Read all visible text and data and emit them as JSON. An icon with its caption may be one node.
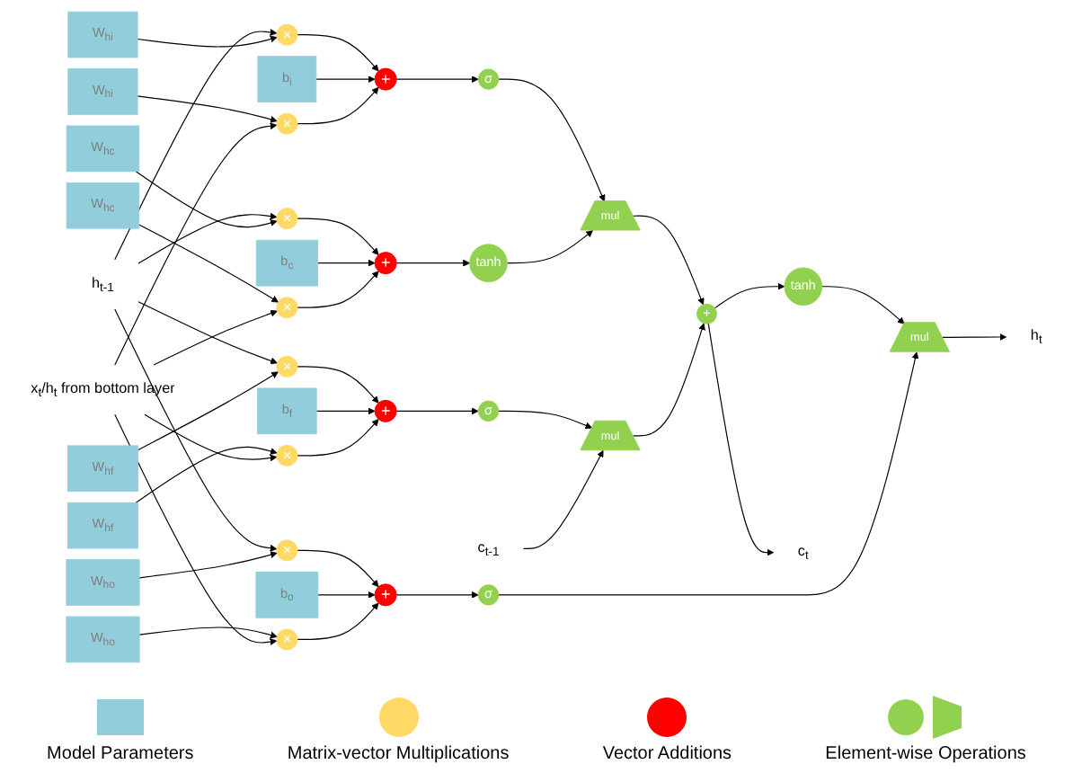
{
  "diagram": {
    "nodes": [
      {
        "text": [
          "h$_{t-1}$"
        ]
      },
      {
        "text": [
          "c$_{t-1}$"
        ]
      },
      {
        "text": [
          "W$_{hi}$"
        ]
      },
      {
        "text": [
          "W$_{hc}$"
        ]
      },
      {
        "text": [
          "W$_{ho}$"
        ]
      },
      {
        "text": [
          "W$_{hf}$"
        ]
      },
      {
        "text": [
          "×"
        ]
      },
      {
        "text": [
          "×"
        ]
      },
      {
        "text": [
          "×"
        ]
      },
      {
        "text": [
          "×"
        ]
      },
      {
        "text": [
          "b$_{i}$"
        ]
      },
      {
        "text": [
          "b$_{c}$"
        ]
      },
      {
        "text": [
          "b$_{o}$"
        ]
      },
      {
        "text": [
          "b$_{f}$"
        ]
      },
      {
        "text": [
          "+"
        ]
      },
      {
        "text": [
          "+"
        ]
      },
      {
        "text": [
          "+"
        ]
      },
      {
        "text": [
          "+"
        ]
      },
      {
        "text": [
          "σ"
        ]
      },
      {
        "text": [
          "tanh"
        ]
      },
      {
        "text": [
          "σ"
        ]
      },
      {
        "text": [
          "σ"
        ]
      },
      {
        "text": [
          "mul"
        ]
      },
      {
        "text": [
          "mul"
        ]
      },
      {
        "text": [
          "+"
        ]
      },
      {
        "text": [
          "tanh"
        ]
      },
      {
        "text": [
          "mul"
        ]
      },
      {
        "text": [
          "c$_{t}$"
        ]
      },
      {
        "text": [
          "h$_{t}$"
        ]
      },
      {
        "text": [
          "×"
        ]
      },
      {
        "text": [
          "×"
        ]
      },
      {
        "text": [
          "×"
        ]
      },
      {
        "text": [
          "×"
        ]
      },
      {
        "text": [
          "W$_{hi}$"
        ]
      },
      {
        "text": [
          "W$_{hc}$"
        ]
      },
      {
        "text": [
          "W$_{ho}$"
        ]
      },
      {
        "text": [
          "W$_{hf}$"
        ]
      },
      {
        "text": [
          "x$_{t}$/h$_{t}$ from bottom layer"
        ]
      }
    ],
    "edges": [
      {
        "from": 0,
        "to": 6,
        "arrow": "to"
      },
      {
        "from": 0,
        "to": 7,
        "arrow": "to"
      },
      {
        "from": 0,
        "to": 8,
        "arrow": "to"
      },
      {
        "from": 0,
        "to": 9,
        "arrow": "to"
      },
      {
        "from": 2,
        "to": 6,
        "arrow": "to"
      },
      {
        "from": 3,
        "to": 7,
        "arrow": "to"
      },
      {
        "from": 4,
        "to": 8,
        "arrow": "to"
      },
      {
        "from": 5,
        "to": 9,
        "arrow": "to"
      },
      {
        "from": 6,
        "to": 14,
        "arrow": "to"
      },
      {
        "from": 7,
        "to": 15,
        "arrow": "to"
      },
      {
        "from": 8,
        "to": 16,
        "arrow": "to"
      },
      {
        "from": 9,
        "to": 17,
        "arrow": "to"
      },
      {
        "from": 10,
        "to": 14,
        "arrow": "to"
      },
      {
        "from": 11,
        "to": 15,
        "arrow": "to"
      },
      {
        "from": 12,
        "to": 16,
        "arrow": "to"
      },
      {
        "from": 13,
        "to": 17,
        "arrow": "to"
      },
      {
        "from": 29,
        "to": 14,
        "arrow": "to"
      },
      {
        "from": 30,
        "to": 15,
        "arrow": "to"
      },
      {
        "from": 31,
        "to": 16,
        "arrow": "to"
      },
      {
        "from": 32,
        "to": 17,
        "arrow": "to"
      },
      {
        "from": 33,
        "to": 29,
        "arrow": "to"
      },
      {
        "from": 34,
        "to": 30,
        "arrow": "to"
      },
      {
        "from": 35,
        "to": 31,
        "arrow": "to"
      },
      {
        "from": 36,
        "to": 32,
        "arrow": "to"
      },
      {
        "from": 37,
        "to": 29,
        "arrow": "to"
      },
      {
        "from": 37,
        "to": 30,
        "arrow": "to"
      },
      {
        "from": 37,
        "to": 31,
        "arrow": "to"
      },
      {
        "from": 37,
        "to": 32,
        "arrow": "to"
      },
      {
        "from": 14,
        "to": 18,
        "arrow": "to"
      },
      {
        "from": 15,
        "to": 19,
        "arrow": "to"
      },
      {
        "from": 16,
        "to": 20,
        "arrow": "to"
      },
      {
        "from": 17,
        "to": 21,
        "arrow": "to"
      },
      {
        "from": 18,
        "to": 22,
        "arrow": "to"
      },
      {
        "from": 19,
        "to": 22,
        "arrow": "to"
      },
      {
        "from": 21,
        "to": 23,
        "arrow": "to"
      },
      {
        "from": 1,
        "to": 23,
        "arrow": "to"
      },
      {
        "from": 22,
        "to": 24,
        "arrow": "to"
      },
      {
        "from": 23,
        "to": 24,
        "arrow": "to"
      },
      {
        "from": 24,
        "to": 27,
        "arrow": "to"
      },
      {
        "from": 24,
        "to": 25,
        "arrow": "to"
      },
      {
        "from": 25,
        "to": 26,
        "arrow": "to"
      },
      {
        "from": 20,
        "to": 26,
        "arrow": "to"
      },
      {
        "from": 26,
        "to": 28,
        "arrow": "to"
      }
    ],
    "legend": [
      {
        "text": "Model Parameters",
        "color": "#92cddc"
      },
      {
        "text": "Matrix-vector Multiplications",
        "color": "#ffd966"
      },
      {
        "text": "Vector Additions",
        "color": "#ff0000"
      },
      {
        "text": "Element-wise Operations",
        "color": "#92d050"
      }
    ]
  }
}
